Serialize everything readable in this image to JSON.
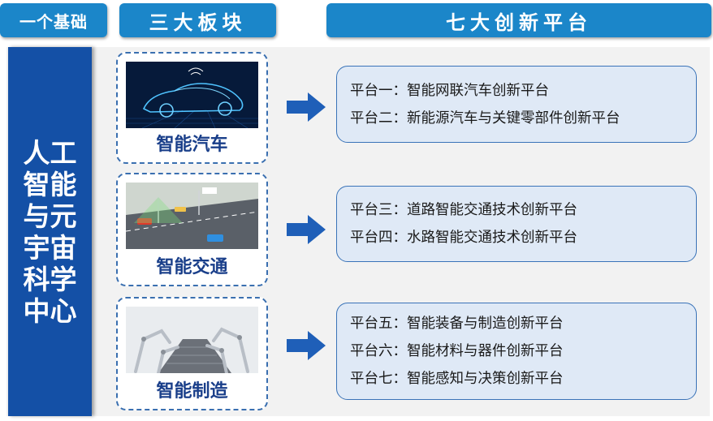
{
  "headers": {
    "foundation": "一个基础",
    "sectors": "三大板块",
    "platforms": "七大创新平台"
  },
  "center": {
    "title": "人工智能与元宇宙科学中心"
  },
  "sectors": [
    {
      "label": "智能汽车",
      "image": "smart-car-image"
    },
    {
      "label": "智能交通",
      "image": "smart-traffic-image"
    },
    {
      "label": "智能制造",
      "image": "smart-manufacturing-image"
    }
  ],
  "platform_groups": [
    {
      "items": [
        "平台一：智能网联汽车创新平台",
        "平台二：新能源汽车与关键零部件创新平台"
      ]
    },
    {
      "items": [
        "平台三：道路智能交通技术创新平台",
        "平台四：水路智能交通技术创新平台"
      ]
    },
    {
      "items": [
        "平台五：智能装备与制造创新平台",
        "平台六：智能材料与器件创新平台",
        "平台七：智能感知与决策创新平台"
      ]
    }
  ],
  "colors": {
    "header_blue": "#1b86c9",
    "center_blue": "#1450a6",
    "arrow_blue": "#1f5fb8",
    "box_fill": "#dfe9f6",
    "box_border": "#3a73b8"
  }
}
